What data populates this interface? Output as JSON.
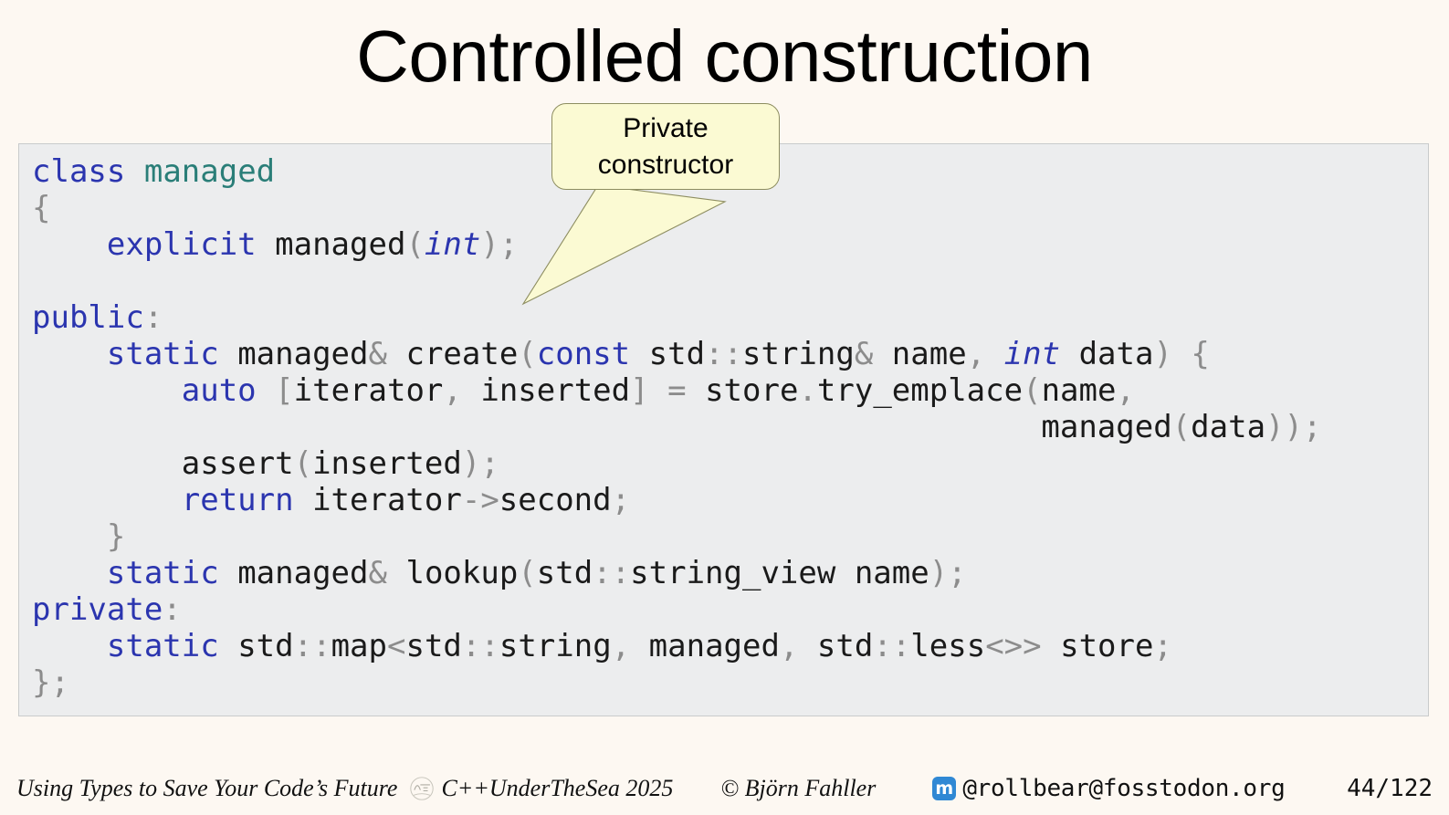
{
  "slide": {
    "title": "Controlled construction",
    "background_color": "#fdf8f2"
  },
  "code_block": {
    "background_color": "#ecedee",
    "border_color": "#c9cbcc",
    "language": "cpp",
    "colors": {
      "keyword": "#2b35af",
      "type_name": "#2a7e78",
      "punctuation": "#8c8c8c",
      "plain": "#1a1a1a"
    },
    "lines": [
      "class managed",
      "{",
      "    explicit managed(int);",
      "",
      "public:",
      "    static managed& create(const std::string& name, int data) {",
      "        auto [iterator, inserted] = store.try_emplace(name,",
      "                                                      managed(data));",
      "        assert(inserted);",
      "        return iterator->second;",
      "    }",
      "    static managed& lookup(std::string_view name);",
      "private:",
      "    static std::map<std::string, managed, std::less<>> store;",
      "};"
    ]
  },
  "callout": {
    "text_line1": "Private",
    "text_line2": "constructor",
    "fill_color": "#fbfad3",
    "border_color": "#8d8d60",
    "points_to": "managed(int) constructor declaration"
  },
  "footer": {
    "talk_title": "Using Types to Save Your Code’s Future",
    "conference": "C++UnderTheSea 2025",
    "copyright": "© Björn Fahller",
    "mastodon_handle": "@rollbear@fosstodon.org",
    "mastodon_glyph": "m",
    "mastodon_color": "#3088d4",
    "page_number": "44/122"
  }
}
